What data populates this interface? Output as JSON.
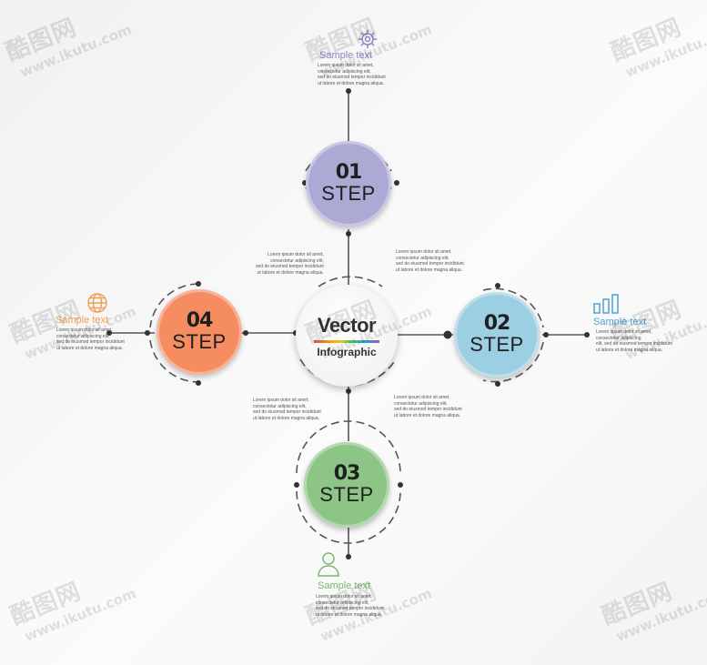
{
  "center": {
    "title": "Vector",
    "subtitle": "Infographic"
  },
  "steps": [
    {
      "num": "01",
      "word": "STEP",
      "color": "#acaad4"
    },
    {
      "num": "02",
      "word": "STEP",
      "color": "#9ccfe1"
    },
    {
      "num": "03",
      "word": "STEP",
      "color": "#8cc586"
    },
    {
      "num": "04",
      "word": "STEP",
      "color": "#f58d61"
    }
  ],
  "labels": {
    "top": {
      "title": "Sample text",
      "color": "#8a86c2",
      "icon": "gear-icon",
      "lines": [
        "Lorem ipsum dolor sit amet,",
        "consectetur adipiscing elit,",
        "sed do eiusmod tempor incididunt",
        "ut labore et dolore magna aliqua."
      ]
    },
    "right": {
      "title": "Sample text",
      "color": "#4aa3d6",
      "icon": "bar-chart-icon",
      "lines": [
        "Lorem ipsum dolor sit amet,",
        "consectetur adipiscing",
        "elit, sed do eiusmod tempor incididunt",
        "ut labore et dolore magna aliqua."
      ]
    },
    "bottom": {
      "title": "Sample text",
      "color": "#79b86d",
      "icon": "user-icon",
      "lines": [
        "Lorem ipsum dolor sit amet,",
        "consectetur adipiscing elit,",
        "sed do eiusmod tempor incididunt",
        "ut labore et dolore magna aliqua."
      ]
    },
    "left": {
      "title": "Sample text",
      "color": "#f0a050",
      "icon": "globe-icon",
      "lines": [
        "Lorem ipsum dolor sit amet,",
        "consectetur adipiscing elit,",
        "sed do eiusmod tempor incididunt",
        "ut labore et dolore magna aliqua."
      ]
    }
  },
  "notes": {
    "top_left": [
      "Lorem ipsum dolor sit amet,",
      "consectetur adipiscing elit,",
      "sed do eiusmod tempor incididunt",
      "ut labore et dolore magna aliqua."
    ],
    "top_right": [
      "Lorem ipsum dolor sit amet,",
      "consectetur adipiscing elit,",
      "sed do eiusmod tempor incididunt",
      "ut labore et dolore magna aliqua."
    ],
    "bottom_left": [
      "Lorem ipsum dolor sit amet,",
      "consectetur adipiscing elit,",
      "sed do eiusmod tempor incididunt",
      "ut labore et dolore magna aliqua."
    ],
    "bottom_right": [
      "Lorem ipsum dolor sit amet,",
      "consectetur adipiscing elit,",
      "sed do eiusmod tempor incididunt",
      "ut labore et dolore magna aliqua."
    ]
  },
  "watermark": {
    "brand": "酷图网",
    "site": "www.ikutu.com"
  }
}
